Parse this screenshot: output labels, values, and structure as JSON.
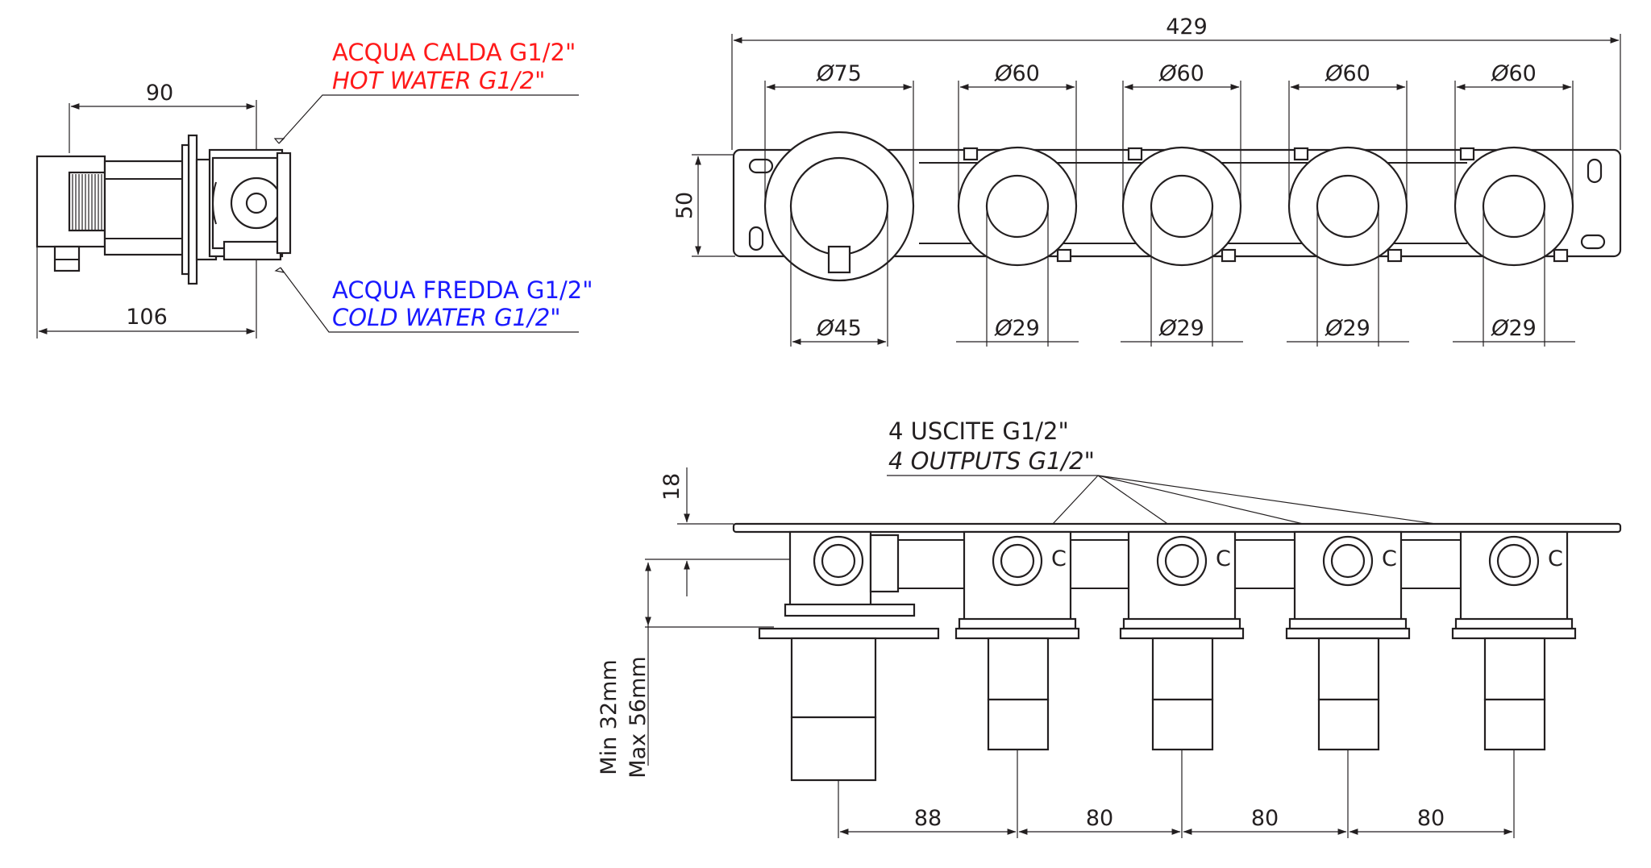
{
  "side_view": {
    "dim_top": "90",
    "dim_bottom": "106"
  },
  "hot_water": {
    "label_it": "ACQUA CALDA G1/2\"",
    "label_en": "HOT WATER G1/2\"",
    "color": "#ff1a1a"
  },
  "cold_water": {
    "label_it": "ACQUA FREDDA G1/2\"",
    "label_en": "COLD WATER G1/2\"",
    "color": "#1a1aff"
  },
  "front_view": {
    "overall_width": "429",
    "plate_height": "50",
    "knob_diameters": [
      "75",
      "60",
      "60",
      "60",
      "60"
    ],
    "handle_diameters": [
      "45",
      "29",
      "29",
      "29",
      "29"
    ],
    "diameter_symbol": "Ø"
  },
  "bottom_view": {
    "outputs_it": "4 USCITE G1/2\"",
    "outputs_en": "4 OUTPUTS G1/2\"",
    "plate_offset": "18",
    "depth_min": "Min 32mm",
    "depth_max": "Max 56mm",
    "spacings": [
      "88",
      "80",
      "80",
      "80"
    ],
    "cold_mark": "C"
  }
}
